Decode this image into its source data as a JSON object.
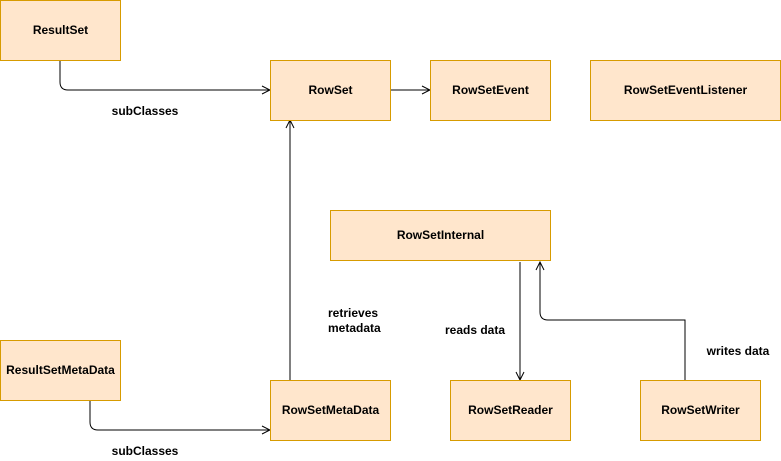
{
  "nodes": {
    "resultset": "ResultSet",
    "rowset": "RowSet",
    "rowsetevent": "RowSetEvent",
    "rowseteventlistener": "RowSetEventListener",
    "rowsetinternal": "RowSetInternal",
    "resultsetmetadata": "ResultSetMetaData",
    "rowsetmetadata": "RowSetMetaData",
    "rowsetreader": "RowSetReader",
    "rowsetwriter": "RowSetWriter"
  },
  "edges": {
    "resultset_rowset": "subClasses",
    "resultsetmetadata_rowsetmetadata": "subClasses",
    "metadata_line1": "retrieves",
    "metadata_line2": "metadata",
    "reads": "reads data",
    "writes": "writes data"
  },
  "colors": {
    "node_fill": "#ffe6cc",
    "node_stroke": "#d79b00",
    "line": "#000000"
  }
}
